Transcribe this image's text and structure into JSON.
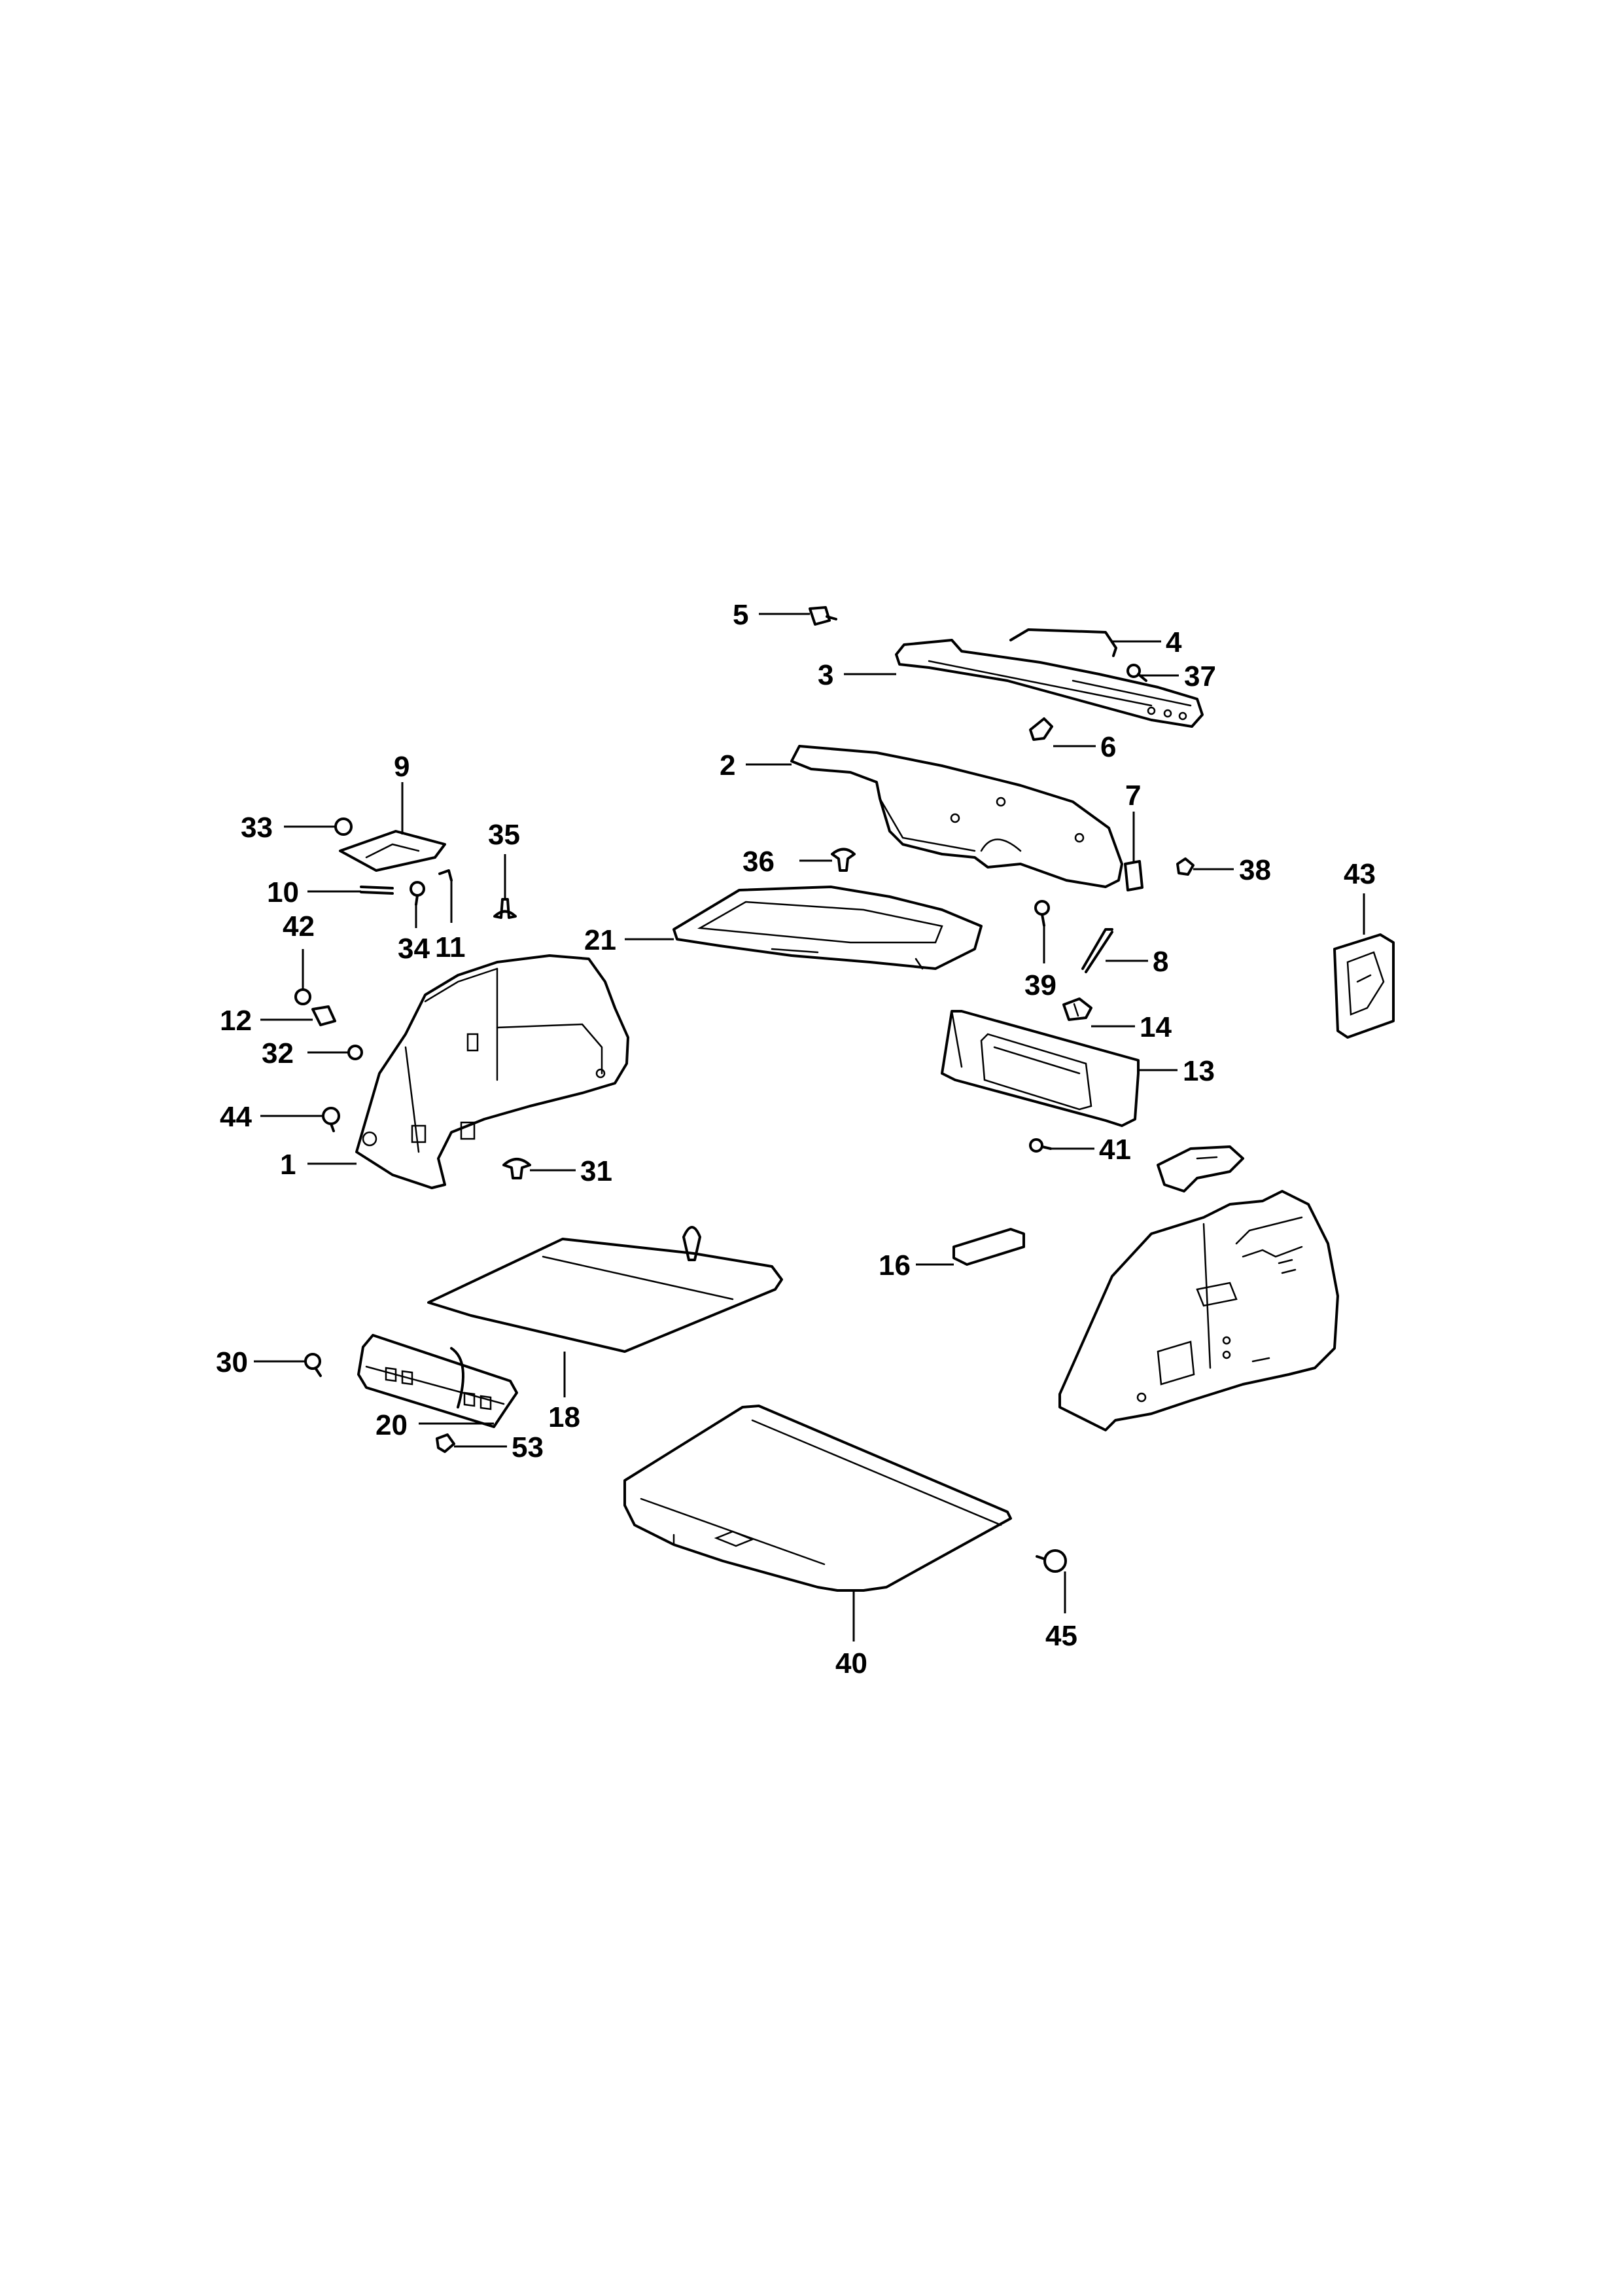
{
  "callouts": [
    {
      "id": "p1",
      "label": "1"
    },
    {
      "id": "p2",
      "label": "2"
    },
    {
      "id": "p3",
      "label": "3"
    },
    {
      "id": "p4",
      "label": "4"
    },
    {
      "id": "p5",
      "label": "5"
    },
    {
      "id": "p6",
      "label": "6"
    },
    {
      "id": "p7",
      "label": "7"
    },
    {
      "id": "p8",
      "label": "8"
    },
    {
      "id": "p9",
      "label": "9"
    },
    {
      "id": "p10",
      "label": "10"
    },
    {
      "id": "p11",
      "label": "11"
    },
    {
      "id": "p12",
      "label": "12"
    },
    {
      "id": "p13",
      "label": "13"
    },
    {
      "id": "p14",
      "label": "14"
    },
    {
      "id": "p16",
      "label": "16"
    },
    {
      "id": "p18",
      "label": "18"
    },
    {
      "id": "p20",
      "label": "20"
    },
    {
      "id": "p21",
      "label": "21"
    },
    {
      "id": "p30",
      "label": "30"
    },
    {
      "id": "p31",
      "label": "31"
    },
    {
      "id": "p32",
      "label": "32"
    },
    {
      "id": "p33",
      "label": "33"
    },
    {
      "id": "p34",
      "label": "34"
    },
    {
      "id": "p35",
      "label": "35"
    },
    {
      "id": "p36",
      "label": "36"
    },
    {
      "id": "p37",
      "label": "37"
    },
    {
      "id": "p38",
      "label": "38"
    },
    {
      "id": "p39",
      "label": "39"
    },
    {
      "id": "p40",
      "label": "40"
    },
    {
      "id": "p41",
      "label": "41"
    },
    {
      "id": "p42",
      "label": "42"
    },
    {
      "id": "p43",
      "label": "43"
    },
    {
      "id": "p44",
      "label": "44"
    },
    {
      "id": "p45",
      "label": "45"
    },
    {
      "id": "p53",
      "label": "53"
    }
  ]
}
